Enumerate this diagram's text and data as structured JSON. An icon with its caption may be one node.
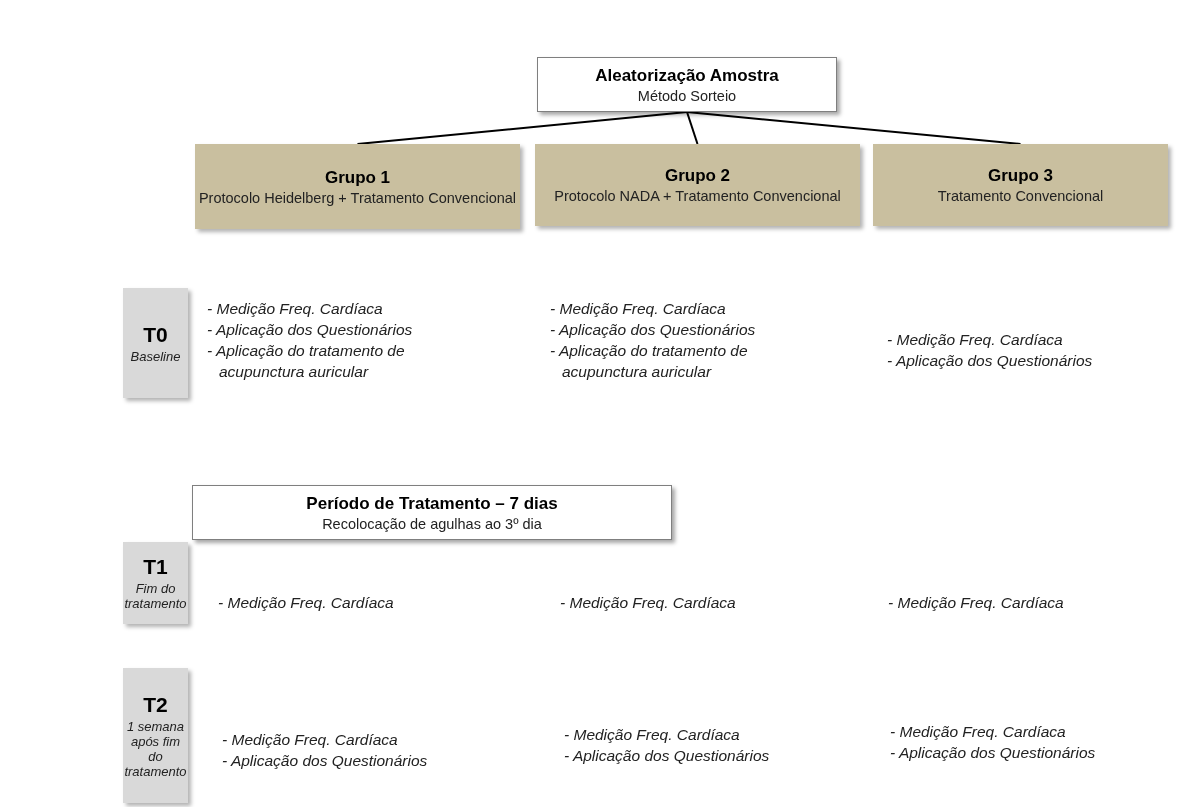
{
  "diagram": {
    "nodes": [
      {
        "text": [
          "Aleatorização Amostra",
          "Método Sorteio"
        ]
      },
      {
        "text": [
          "Grupo 1",
          "Protocolo Heidelberg + Tratamento Convencional"
        ]
      },
      {
        "text": [
          "Grupo 2",
          "Protocolo NADA + Tratamento Convencional"
        ]
      },
      {
        "text": [
          "Grupo 3",
          "Tratamento Convencional"
        ]
      },
      {
        "text": [
          "T0",
          "Baseline"
        ]
      },
      {
        "text": [
          "Período de Tratamento – 7 dias",
          "Recolocação de agulhas ao 3º dia"
        ]
      },
      {
        "text": [
          "T1",
          "Fim do tratamento"
        ]
      },
      {
        "text": [
          "T2",
          "1 semana após fim do tratamento"
        ]
      }
    ],
    "edges": [
      {
        "from": 0,
        "to": 1,
        "arrow": "none"
      },
      {
        "from": 0,
        "to": 2,
        "arrow": "none"
      },
      {
        "from": 0,
        "to": 3,
        "arrow": "none"
      }
    ],
    "labels": [
      "- Medição Freq. Cardíaca",
      "- Aplicação dos Questionários",
      "- Aplicação do tratamento de acupunctura auricular",
      "- Medição Freq. Cardíaca",
      "- Aplicação dos Questionários",
      "- Aplicação do tratamento de acupunctura auricular",
      "- Medição Freq. Cardíaca",
      "- Aplicação dos Questionários",
      "- Medição Freq. Cardíaca",
      "- Medição Freq. Cardíaca",
      "- Medição Freq. Cardíaca",
      "- Medição Freq. Cardíaca",
      "- Aplicação dos Questionários",
      "- Medição Freq. Cardíaca",
      "- Aplicação dos Questionários",
      "- Medição Freq. Cardíaca",
      "- Aplicação dos Questionários"
    ]
  }
}
